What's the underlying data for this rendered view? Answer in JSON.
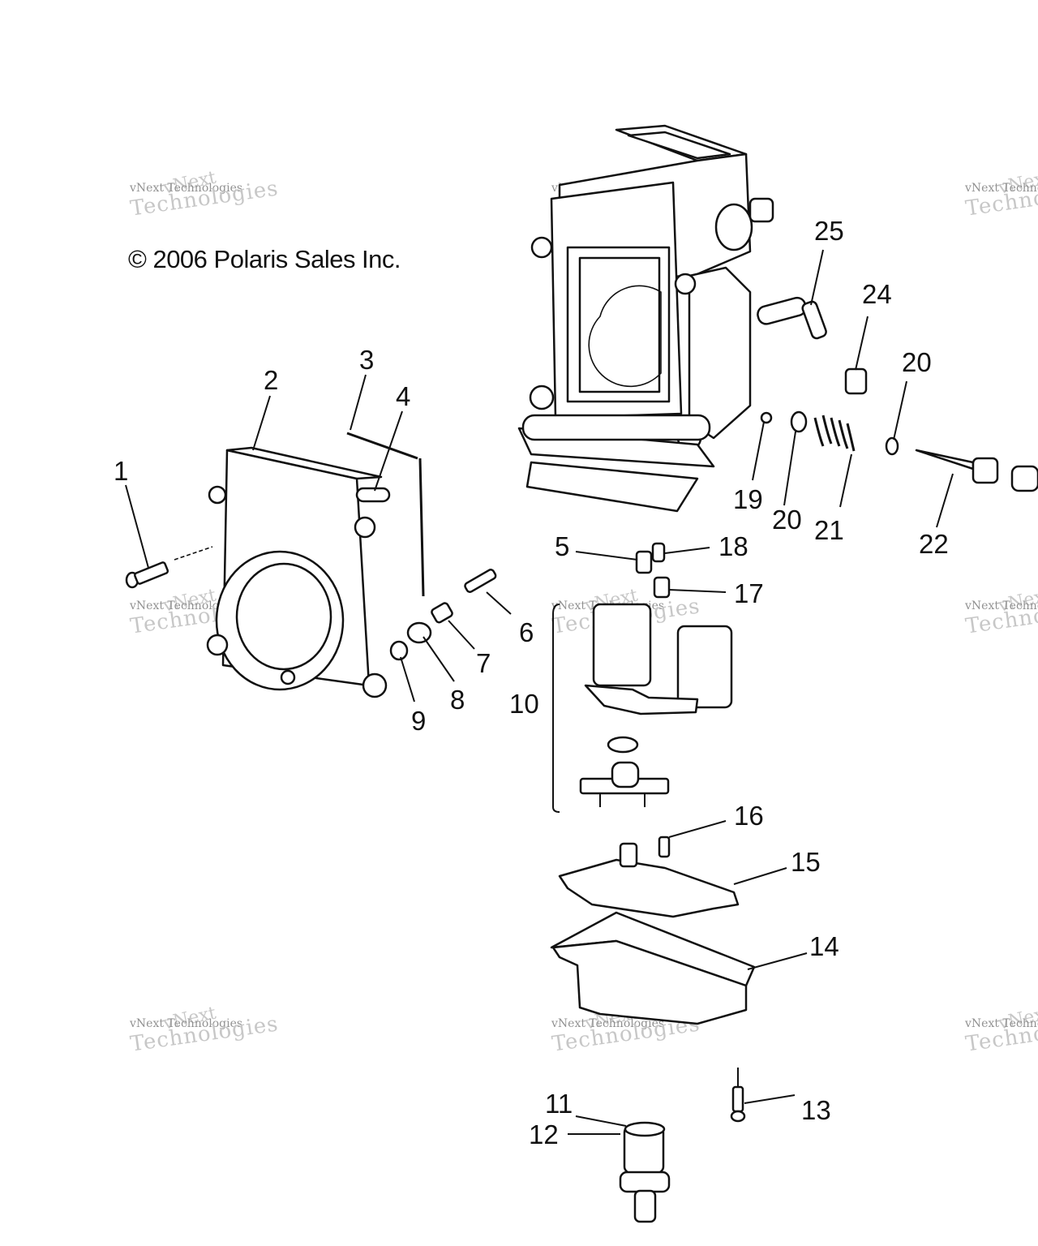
{
  "copyright": "© 2006 Polaris Sales Inc.",
  "watermark": {
    "line1": "vNext",
    "line2": "vNext Technologies",
    "line3": "Technologies"
  },
  "callouts": [
    "1",
    "2",
    "3",
    "4",
    "5",
    "6",
    "7",
    "8",
    "9",
    "10",
    "11",
    "12",
    "13",
    "14",
    "15",
    "16",
    "17",
    "18",
    "19",
    "20",
    "20",
    "21",
    "22",
    "24",
    "25"
  ]
}
